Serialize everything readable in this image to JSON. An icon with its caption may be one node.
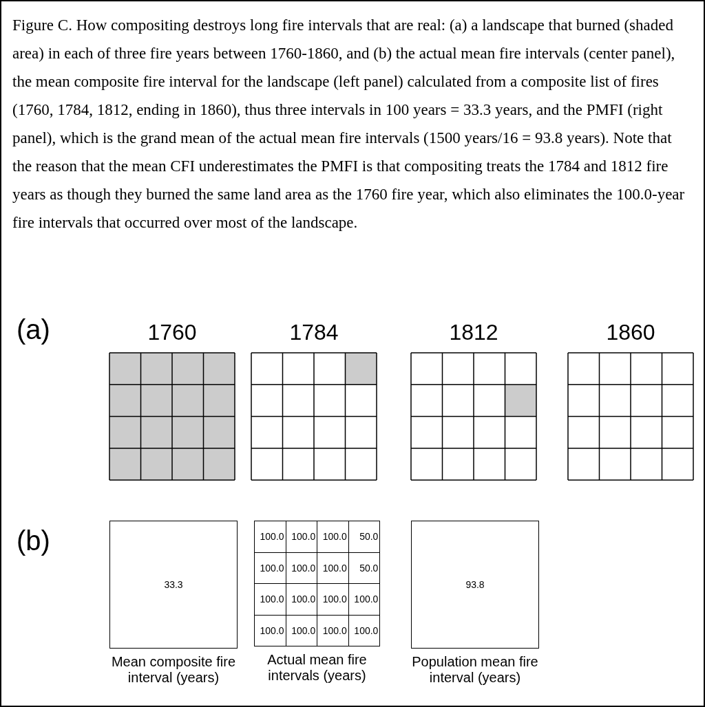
{
  "diagram": {
    "caption": "Figure C. How compositing destroys long fire intervals that are real: (a) a landscape that burned (shaded area) in each of three fire years between 1760-1860, and (b) the actual mean fire intervals (center panel), the mean composite fire interval for the landscape (left panel) calculated from a composite list of fires (1760, 1784, 1812, ending in 1860), thus three intervals in 100 years = 33.3 years, and the PMFI (right panel), which is the grand mean of the actual mean fire intervals (1500 years/16 = 93.8 years). Note that the reason that the mean CFI underestimates the PMFI is that compositing treats the 1784 and 1812 fire years as though they burned the same land area as the 1760 fire year, which also eliminates the 100.0-year fire intervals that occurred over most of the landscape.",
    "nodes": [
      {
        "text": [
          "33.3"
        ],
        "beside": [
          "Mean composite fire interval (years)"
        ]
      },
      {
        "text": [],
        "shape": "box",
        "beside": [
          "Actual mean fire intervals (years)"
        ]
      },
      {
        "text": [
          "100.0"
        ],
        "in": 1
      },
      {
        "text": [
          "100.0"
        ],
        "in": 1
      },
      {
        "text": [
          "100.0"
        ],
        "in": 1
      },
      {
        "text": [
          "50.0"
        ],
        "in": 1
      },
      {
        "text": [
          "100.0"
        ],
        "in": 1
      },
      {
        "text": [
          "100.0"
        ],
        "in": 1
      },
      {
        "text": [
          "100.0"
        ],
        "in": 1
      },
      {
        "text": [
          "50.0"
        ],
        "in": 1
      },
      {
        "text": [
          "100.0"
        ],
        "in": 1
      },
      {
        "text": [
          "100.0"
        ],
        "in": 1
      },
      {
        "text": [
          "100.0"
        ],
        "in": 1
      },
      {
        "text": [
          "100.0"
        ],
        "in": 1
      },
      {
        "text": [
          "100.0"
        ],
        "in": 1
      },
      {
        "text": [
          "100.0"
        ],
        "in": 1
      },
      {
        "text": [
          "100.0"
        ],
        "in": 1
      },
      {
        "text": [
          "100.0"
        ],
        "in": 1
      },
      {
        "text": [
          "93.8"
        ],
        "beside": [
          "Population mean fire interval (years)"
        ]
      }
    ],
    "labels": [
      "(a)",
      "1760",
      "1784",
      "1812",
      "1860",
      "(b)"
    ]
  }
}
